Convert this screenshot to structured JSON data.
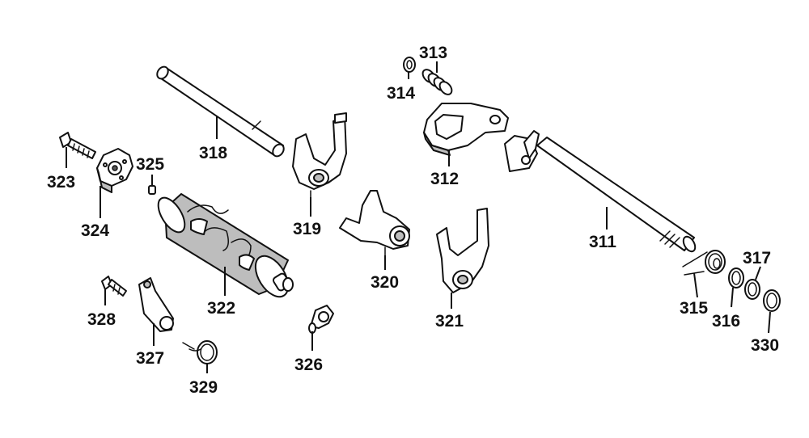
{
  "diagram": {
    "callouts": [
      {
        "id": "311",
        "label": "311"
      },
      {
        "id": "312",
        "label": "312"
      },
      {
        "id": "313",
        "label": "313"
      },
      {
        "id": "314",
        "label": "314"
      },
      {
        "id": "315",
        "label": "315"
      },
      {
        "id": "316",
        "label": "316"
      },
      {
        "id": "317",
        "label": "317"
      },
      {
        "id": "318",
        "label": "318"
      },
      {
        "id": "319",
        "label": "319"
      },
      {
        "id": "320",
        "label": "320"
      },
      {
        "id": "321",
        "label": "321"
      },
      {
        "id": "322",
        "label": "322"
      },
      {
        "id": "323",
        "label": "323"
      },
      {
        "id": "324",
        "label": "324"
      },
      {
        "id": "325",
        "label": "325"
      },
      {
        "id": "326",
        "label": "326"
      },
      {
        "id": "327",
        "label": "327"
      },
      {
        "id": "328",
        "label": "328"
      },
      {
        "id": "329",
        "label": "329"
      },
      {
        "id": "330",
        "label": "330"
      }
    ]
  }
}
